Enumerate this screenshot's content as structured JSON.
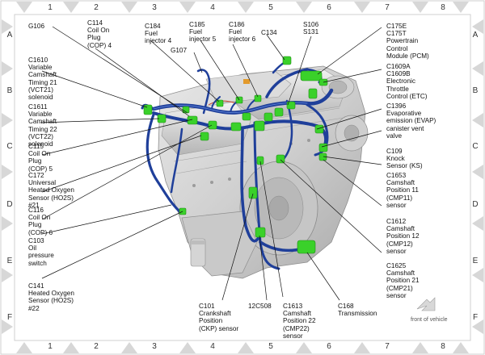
{
  "grid": {
    "columns": [
      "1",
      "2",
      "3",
      "4",
      "5",
      "6",
      "7",
      "8"
    ],
    "rows": [
      "A",
      "B",
      "C",
      "D",
      "E",
      "F"
    ]
  },
  "labels": {
    "g106": "G106",
    "c1610": "C1610\nVariable\nCamshaft\nTiming 21\n(VCT21)\nsolenoid",
    "c1611": "C1611\nVariable\nCamshaft\nTiming 22\n(VCT22)\nsolenoid",
    "c115": "C115\nCoil On\nPlug\n(COP) 5",
    "c172": "C172\nUniversal\nHeated Oxygen\nSensor (HO2S)\n#21",
    "c116": "C116\nCoil On\nPlug\n(COP) 6",
    "c103": "C103\nOil\npressure\nswitch",
    "c141": "C141\nHeated Oxygen\nSensor (HO2S)\n#22",
    "c114": "C114\nCoil On\nPlug\n(COP) 4",
    "c184": "C184\nFuel\ninjector 4",
    "c185": "C185\nFuel\ninjector 5",
    "c186": "C186\nFuel\ninjector 6",
    "g107": "G107",
    "c134": "C134",
    "s106": "S106\nS131",
    "c175": "C175E\nC175T\nPowertrain\nControl\nModule (PCM)",
    "c1609": "C1609A\nC1609B\nElectronic\nThrottle\nControl (ETC)",
    "c1396": "C1396\nEvaporative\nemission (EVAP)\ncanister vent\nvalve",
    "c109": "C109\nKnock\nSensor (KS)",
    "c1653": "C1653\nCamshaft\nPosition 11\n(CMP11)\nsensor",
    "c1612": "C1612\nCamshaft\nPosition 12\n(CMP12)\nsensor",
    "c1625": "C1625\nCamshaft\nPosition 21\n(CMP21)\nsensor",
    "c101": "C101\nCrankshaft\nPosition\n(CKP) sensor",
    "c12c508": "12C508",
    "c1613": "C1613\nCamshaft\nPosition 22\n(CMP22)\nsensor",
    "c168": "C168\nTransmission",
    "front": "front of vehicle"
  },
  "colors": {
    "harness": "#1f3f9a",
    "connector": "#3ad12a",
    "engine": "#c8c8c8",
    "border": "#d0d0d0"
  }
}
